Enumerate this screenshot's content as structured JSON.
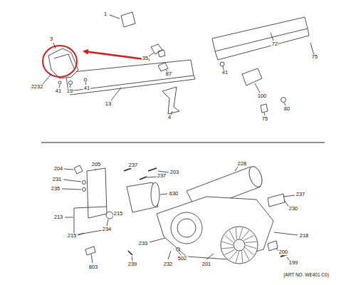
{
  "diagram": {
    "labels": [
      "1",
      "3",
      "2232",
      "41",
      "19",
      "41",
      "13",
      "4",
      "35",
      "87",
      "72",
      "75",
      "41",
      "100",
      "75",
      "80",
      "204",
      "205",
      "237",
      "237",
      "203",
      "228",
      "231",
      "235",
      "630",
      "237",
      "230",
      "213",
      "215",
      "234",
      "215",
      "218",
      "233",
      "232",
      "201",
      "200",
      "199",
      "803",
      "239",
      "502",
      "(ART NO. WE401 C0)"
    ]
  }
}
